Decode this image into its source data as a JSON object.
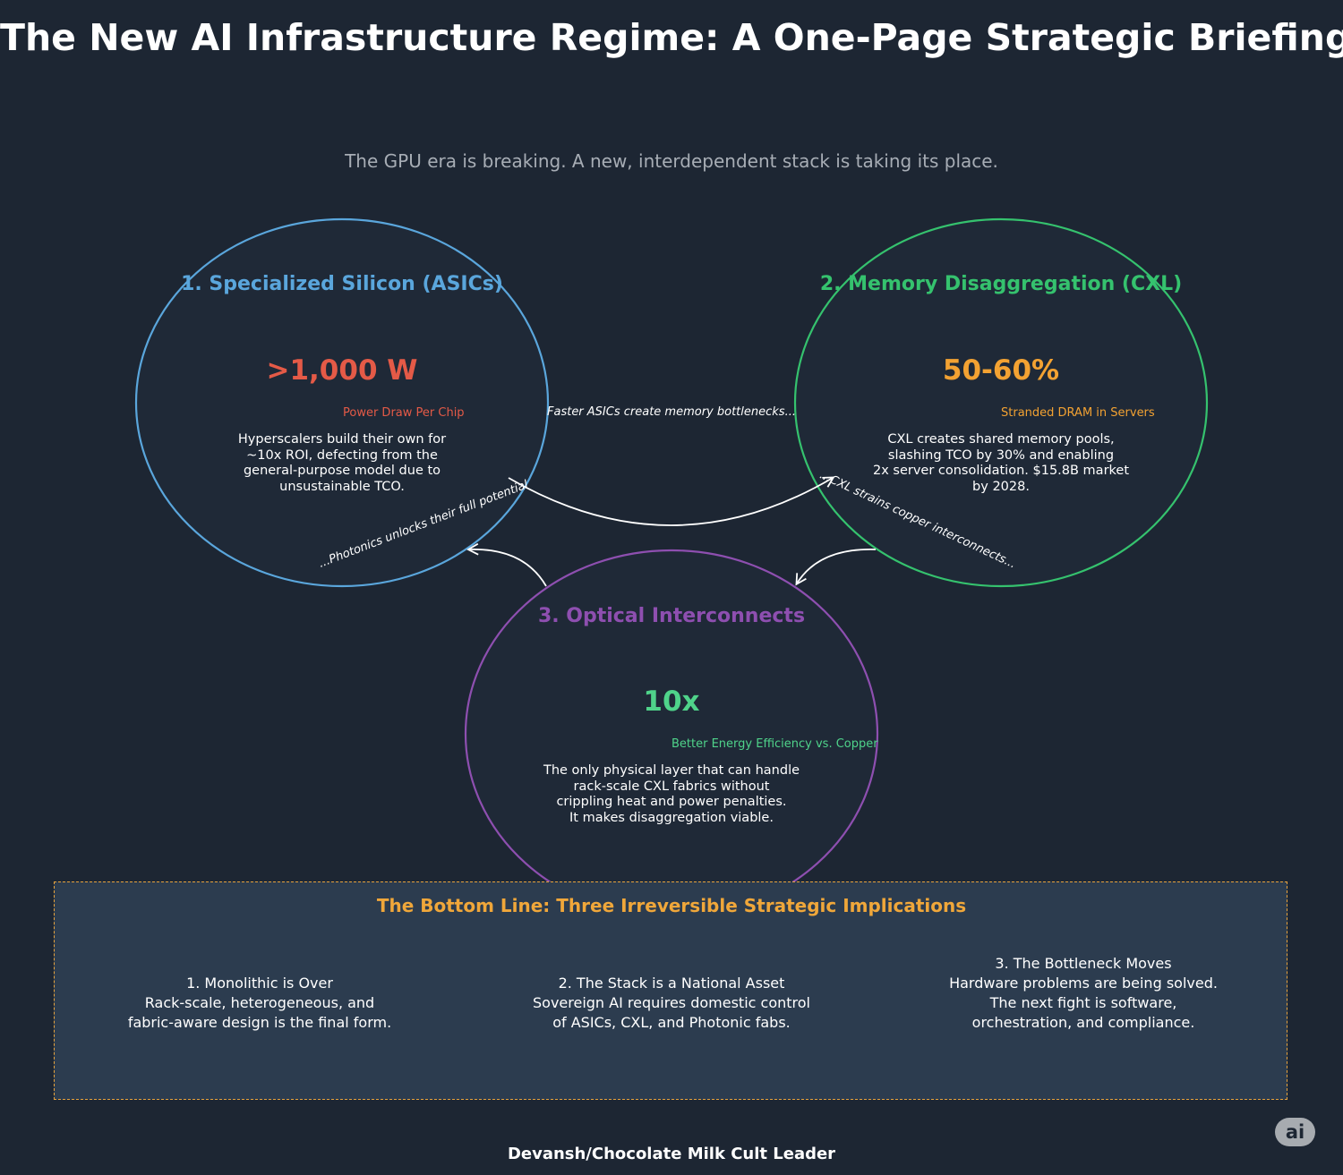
{
  "title": "The New AI Infrastructure Regime: A One-Page Strategic Briefing",
  "subtitle": "The GPU era is breaking. A new, interdependent stack is taking its place.",
  "colors": {
    "background": "#1d2633",
    "asics": "#5aa6dc",
    "cxl": "#35c26e",
    "optical": "#8e4fb0",
    "metric_red": "#e45a47",
    "metric_orange": "#f3a232",
    "metric_green": "#4fd38a",
    "bottom_box": "#2c3c4f",
    "accent_orange": "#f0a73a"
  },
  "nodes": [
    {
      "title": "1. Specialized Silicon (ASICs)",
      "metric": ">1,000 W",
      "metric_label": "Power Draw Per Chip",
      "description": [
        "Hyperscalers build their own for",
        "~10x ROI, defecting from the",
        "general-purpose model due to",
        "unsustainable TCO."
      ]
    },
    {
      "title": "2. Memory Disaggregation (CXL)",
      "metric": "50-60%",
      "metric_label": "Stranded DRAM in Servers",
      "description": [
        "CXL creates shared memory pools,",
        "slashing TCO by 30% and enabling",
        "2x server consolidation. $15.8B market",
        "by 2028."
      ]
    },
    {
      "title": "3. Optical Interconnects",
      "metric": "10x",
      "metric_label": "Better Energy Efficiency vs. Copper",
      "description": [
        "The only physical layer that can handle",
        "rack-scale CXL fabrics without",
        "crippling heat and power penalties.",
        "It makes disaggregation viable."
      ]
    }
  ],
  "edges": [
    {
      "label": "Faster ASICs create memory bottlenecks..."
    },
    {
      "label": "...CXL strains copper interconnects..."
    },
    {
      "label": "...Photonics unlocks their full potential"
    }
  ],
  "bottom_line": {
    "title": "The Bottom Line: Three Irreversible Strategic Implications",
    "items": [
      {
        "lines": [
          "1. Monolithic is Over",
          "Rack-scale, heterogeneous, and",
          "fabric-aware design is the final form."
        ]
      },
      {
        "lines": [
          "2. The Stack is a National Asset",
          "Sovereign AI requires domestic control",
          "of ASICs, CXL, and Photonic fabs."
        ]
      },
      {
        "lines": [
          "3. The Bottleneck Moves",
          "Hardware problems are being solved.",
          "The next fight is software,",
          "orchestration, and compliance."
        ]
      }
    ]
  },
  "footer": "Devansh/Chocolate Milk Cult Leader",
  "badge": "ai"
}
